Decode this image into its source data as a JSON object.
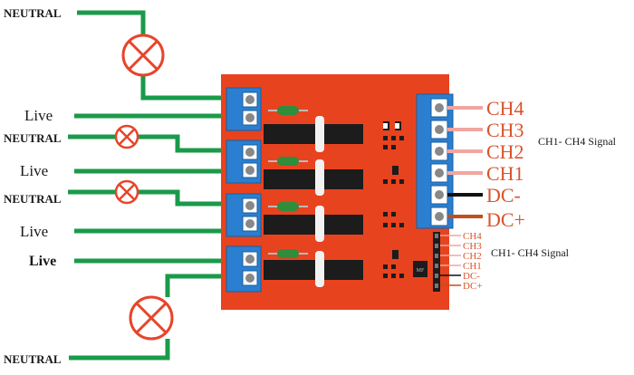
{
  "colors": {
    "wire_green": "#1a9a4a",
    "board_red": "#e8431f",
    "terminal_blue": "#2b7fd0",
    "lamp_red": "#e8442a",
    "signal_pink": "#f0a6a0",
    "dc_minus": "#111111",
    "dc_plus": "#c0501c",
    "ch_text": "#d9542a",
    "relay_black": "#1c1c1c",
    "resistor_green": "#2f8d3c"
  },
  "left_labels": {
    "neutral_1": "NEUTRAL",
    "live_1": "Live",
    "neutral_2": "NEUTRAL",
    "live_2": "Live",
    "neutral_3": "NEUTRAL",
    "live_3": "Live",
    "live_4": "Live",
    "neutral_4": "NEUTRAL"
  },
  "big_terminal_labels": [
    "CH4",
    "CH3",
    "CH2",
    "CH1",
    "DC-",
    "DC+"
  ],
  "big_terminal_note": "CH1- CH4 Signal",
  "small_header_labels": [
    "CH4",
    "CH3",
    "CH2",
    "CH1",
    "DC-",
    "DC+"
  ],
  "small_header_note": "CH1- CH4 Signal",
  "chip_label": "MF"
}
